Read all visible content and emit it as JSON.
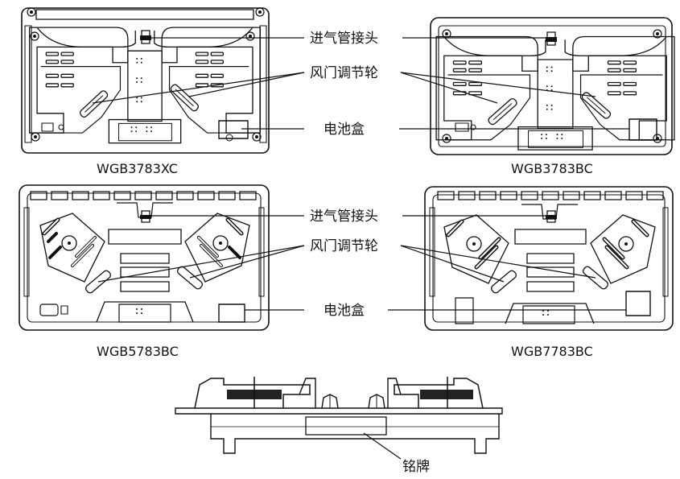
{
  "labels": {
    "inlet": "进气管接头",
    "damper": "风门调节轮",
    "battery": "电池盒",
    "nameplate": "铭牌"
  },
  "models": {
    "a": "WGB3783XC",
    "b": "WGB3783BC",
    "c": "WGB5783BC",
    "d": "WGB7783BC"
  }
}
